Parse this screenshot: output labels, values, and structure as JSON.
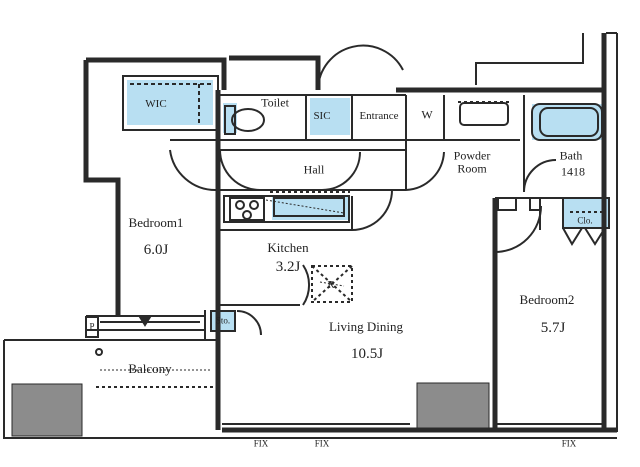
{
  "colors": {
    "wall": "#2a2a2a",
    "fixture": "#b8dff2",
    "background": "#ffffff",
    "dark_block": "#8c8c8c"
  },
  "rooms": {
    "wic": "WIC",
    "toilet": "Toilet",
    "sic": "SIC",
    "entrance": "Entrance",
    "w": "W",
    "powder_room": "Powder\nRoom",
    "bath": "Bath",
    "bath_size": "1418",
    "hall": "Hall",
    "bedroom1": "Bedroom1",
    "bedroom1_area": "6.0J",
    "kitchen": "Kitchen",
    "kitchen_area": "3.2J",
    "refrigerator": "R",
    "living_dining": "Living Dining",
    "living_dining_area": "10.5J",
    "bedroom2": "Bedroom2",
    "bedroom2_area": "5.7J",
    "clo": "Clo.",
    "sto": "Sto.",
    "balcony": "Balcony",
    "p": "P",
    "fix_1": "FIX",
    "fix_2": "FIX",
    "fix_3": "FIX"
  }
}
